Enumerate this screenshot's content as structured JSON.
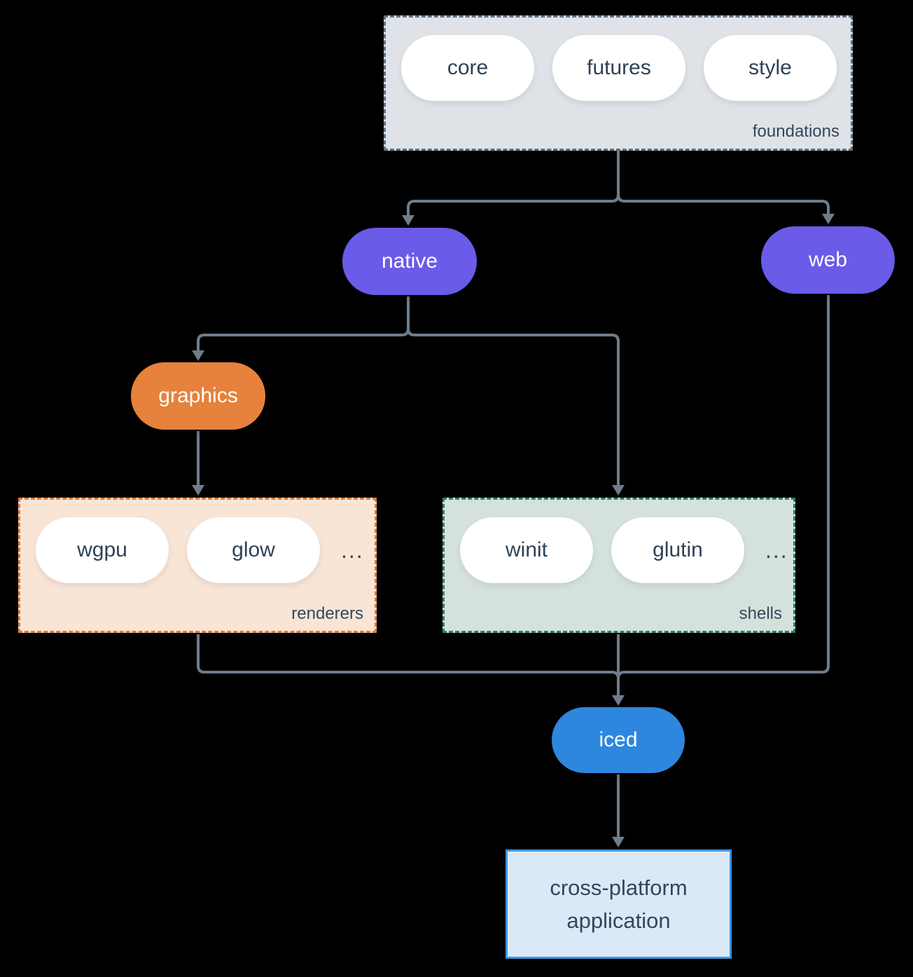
{
  "colors": {
    "background": "#000000",
    "arrow": "#6e7d8d",
    "node_purple": "#6a5be8",
    "node_orange": "#e6823c",
    "node_blue": "#2e87de",
    "pill_fill": "#ffffff",
    "pill_text": "#2f4255",
    "group_label_text": "#33475a",
    "foundations_fill": "#dfe3e8",
    "foundations_border": "#5f7082",
    "renderers_fill": "#f9e5d6",
    "renderers_border": "#e07b35",
    "shells_fill": "#d5e2dc",
    "shells_border": "#2e7d6a",
    "application_fill": "#d9e9f8",
    "application_border": "#3e95e0"
  },
  "groups": {
    "foundations": {
      "label": "foundations",
      "items": [
        "core",
        "futures",
        "style"
      ]
    },
    "renderers": {
      "label": "renderers",
      "items": [
        "wgpu",
        "glow"
      ],
      "ellipsis": "..."
    },
    "shells": {
      "label": "shells",
      "items": [
        "winit",
        "glutin"
      ],
      "ellipsis": "..."
    }
  },
  "nodes": {
    "native": {
      "label": "native"
    },
    "web": {
      "label": "web"
    },
    "graphics": {
      "label": "graphics"
    },
    "iced": {
      "label": "iced"
    },
    "application": {
      "line1": "cross-platform",
      "line2": "application"
    }
  }
}
